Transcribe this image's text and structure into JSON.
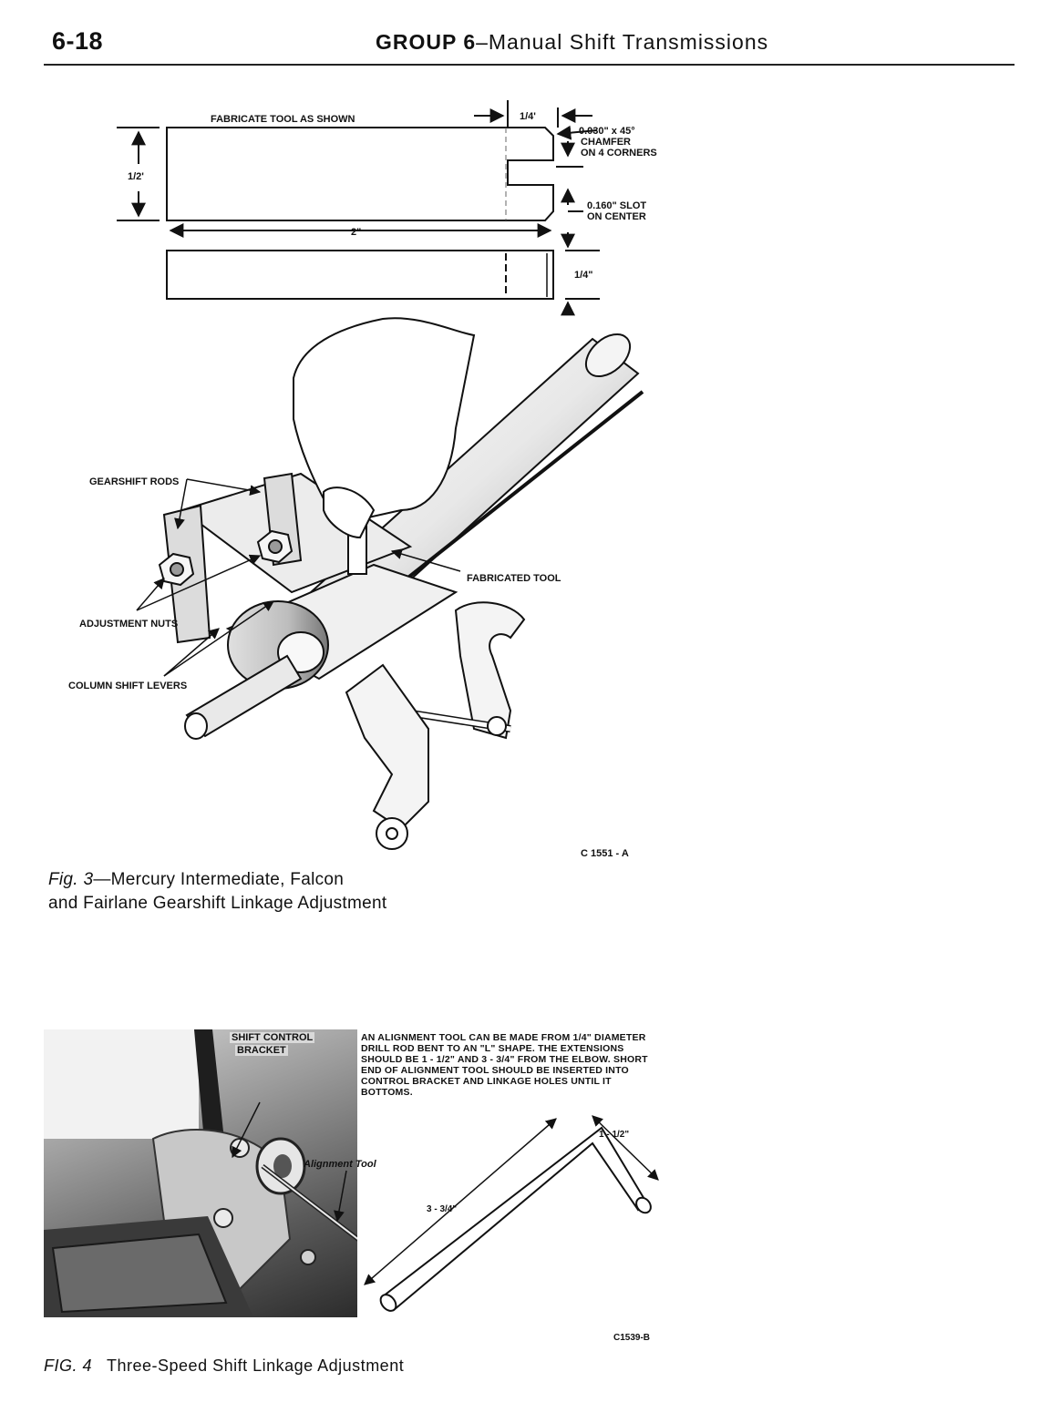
{
  "header": {
    "page_number": "6-18",
    "group": "GROUP 6",
    "title": "–Manual Shift Transmissions"
  },
  "fig3": {
    "dims": {
      "fabricate": "FABRICATE TOOL AS SHOWN",
      "quarter_top": "1/4'",
      "chamfer_1": "0.030\" x 45°",
      "chamfer_2": "CHAMFER",
      "chamfer_3": "ON 4 CORNERS",
      "half": "1/2'",
      "slot_1": "0.160\" SLOT",
      "slot_2": "ON CENTER",
      "two": "2\"",
      "quarter_side": "1/4\""
    },
    "labels": {
      "gearshift_rods": "GEARSHIFT RODS",
      "fabricated_tool": "FABRICATED TOOL",
      "adjustment_nuts": "ADJUSTMENT NUTS",
      "column_shift_levers": "COLUMN SHIFT LEVERS"
    },
    "code": "C 1551 - A",
    "caption_prefix": "Fig. 3",
    "caption_line1": "—Mercury Intermediate, Falcon",
    "caption_line2": "and Fairlane Gearshift Linkage Adjustment"
  },
  "fig4": {
    "shift_control_1": "SHIFT CONTROL",
    "shift_control_2": "BRACKET",
    "alignment_tool": "Alignment Tool",
    "note": "AN ALIGNMENT TOOL CAN BE MADE FROM 1/4\" DIAMETER DRILL ROD BENT TO AN \"L\" SHAPE.  THE EXTENSIONS SHOULD BE 1 - 1/2\" AND 3 - 3/4\" FROM THE ELBOW.  SHORT END OF ALIGNMENT TOOL SHOULD BE INSERTED INTO CONTROL BRACKET AND LINKAGE HOLES UNTIL IT BOTTOMS.",
    "dim_short": "1 - 1/2\"",
    "dim_long": "3 - 3/4\"",
    "code": "C1539-B",
    "caption_prefix": "FIG. 4",
    "caption_text": "Three-Speed Shift Linkage Adjustment"
  }
}
